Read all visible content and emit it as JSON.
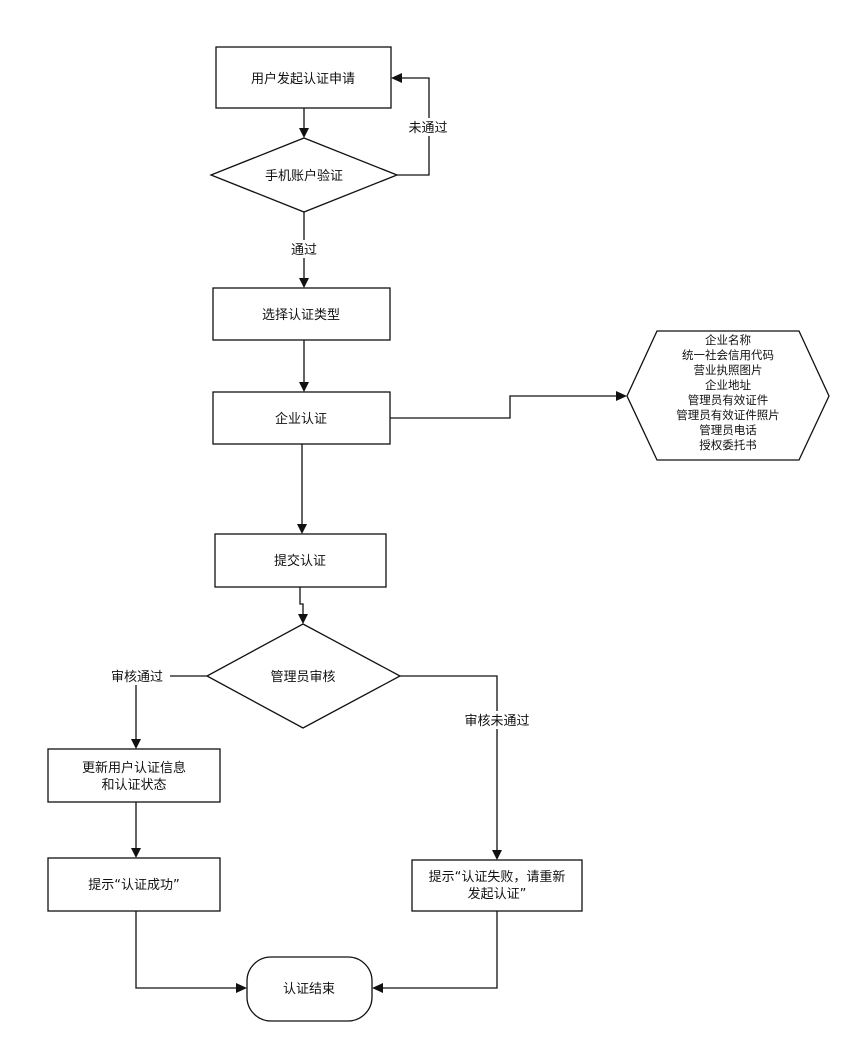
{
  "nodes": {
    "start": "用户发起认证申请",
    "phone_verify": "手机账户验证",
    "choose_type": "选择认证类型",
    "enterprise": "企业认证",
    "enterprise_fields": [
      "企业名称",
      "统一社会信用代码",
      "营业执照图片",
      "企业地址",
      "管理员有效证件",
      "管理员有效证件照片",
      "管理员电话",
      "授权委托书"
    ],
    "submit": "提交认证",
    "admin_review": "管理员审核",
    "update_info": [
      "更新用户认证信息",
      "和认证状态"
    ],
    "success": "提示“认证成功”",
    "fail": [
      "提示“认证失败，请重新",
      "发起认证”"
    ],
    "end": "认证结束"
  },
  "edges": {
    "not_passed": "未通过",
    "passed": "通过",
    "review_passed": "审核通过",
    "review_not_passed": "审核未通过"
  }
}
